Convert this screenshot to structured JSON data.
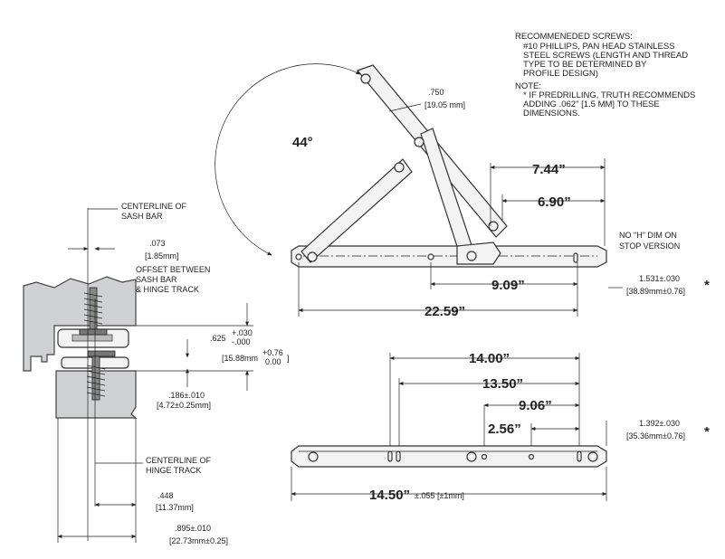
{
  "notes": {
    "screws_heading": "RECOMMENEDED SCREWS:",
    "screws_lines": [
      "#10 PHILLIPS, PAN HEAD STAINLESS",
      "STEEL SCREWS (LENGTH AND THREAD",
      "TYPE TO BE DETERMINED BY",
      "PROFILE DESIGN)"
    ],
    "note_heading": "NOTE:",
    "note_lines": [
      "* IF PREDRILLING, TRUTH RECOMMENDS",
      "ADDING .062\" [1.5 MM] TO THESE",
      "DIMENSIONS."
    ]
  },
  "section_view": {
    "centerline_sash_lines": [
      "CENTERLINE OF",
      "SASH BAR"
    ],
    "offset_value": ".073",
    "offset_metric": "[1.85mm]",
    "offset_lines": [
      "OFFSET BETWEEN",
      "SASH BAR",
      "& HINGE TRACK"
    ],
    "stack_height_value": ".625",
    "stack_height_tol_plus": "+.030",
    "stack_height_tol_minus": "-.000",
    "stack_height_metric": "[15.88mm",
    "stack_metric_tol_plus": "+0.76",
    "stack_metric_tol_minus": "0.00",
    "stack_metric_close": "]",
    "track_height_value": ".186±.010",
    "track_height_metric": "[4.72±0.25mm]",
    "centerline_hinge_lines": [
      "CENTERLINE OF",
      "HINGE TRACK"
    ],
    "dim_448": ".448",
    "dim_448_metric": "[11.37mm]",
    "dim_895": ".895±.010",
    "dim_895_metric": "[22.73mm±0.25]"
  },
  "hinge_open": {
    "angle_label": "44°",
    "link_width": ".750",
    "link_width_metric": "[19.05 mm]",
    "dim_744": "7.44”",
    "dim_690": "6.90”",
    "no_h_dim_lines": [
      "NO \"H\" DIM ON",
      "STOP VERSION"
    ],
    "dim_909": "9.09”",
    "dim_2259": "22.59”",
    "h_dim_value": "1.531±.030",
    "h_dim_metric": "[38.89mm±0.76]",
    "h_dim_mark": "*"
  },
  "hinge_closed": {
    "dim_1400": "14.00”",
    "dim_1350": "13.50”",
    "dim_906": "9.06”",
    "dim_256": "2.56”",
    "h_dim_value": "1.392±.030",
    "h_dim_metric": "[35.36mm±0.76]",
    "h_dim_mark": "*",
    "overall_value": "14.50”",
    "overall_tol": "±.055 [±1mm]"
  }
}
